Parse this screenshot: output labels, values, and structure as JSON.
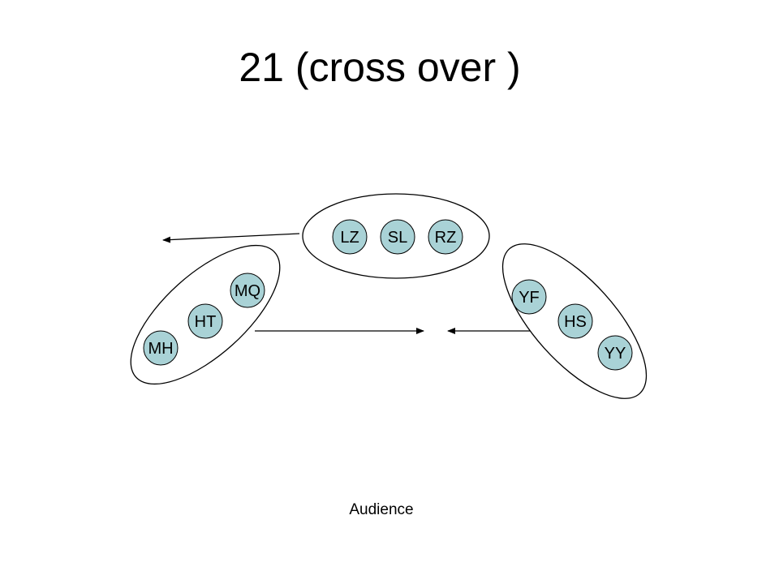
{
  "slide": {
    "title": "21 (cross over )",
    "footer_label": "Audience"
  },
  "colors": {
    "node_fill": "#a9d2d6",
    "stroke": "#000000",
    "background": "#ffffff"
  },
  "groups": {
    "top": [
      "LZ",
      "SL",
      "RZ"
    ],
    "left": [
      "MQ",
      "HT",
      "MH"
    ],
    "right": [
      "YF",
      "HS",
      "YY"
    ]
  }
}
